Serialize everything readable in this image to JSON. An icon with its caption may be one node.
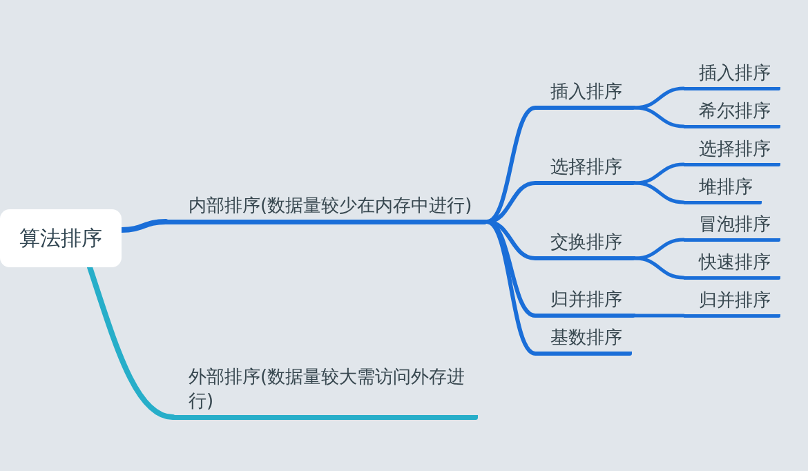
{
  "diagram": {
    "nodes": [
      {
        "text": [
          "算法排序"
        ]
      },
      {
        "text": [
          "内部排序(数据量较少在内存中进行)"
        ]
      },
      {
        "text": [
          "插入排序"
        ]
      },
      {
        "text": [
          "插入排序"
        ]
      },
      {
        "text": [
          "希尔排序"
        ]
      },
      {
        "text": [
          "选择排序"
        ]
      },
      {
        "text": [
          "选择排序"
        ]
      },
      {
        "text": [
          "堆排序"
        ]
      },
      {
        "text": [
          "交换排序"
        ]
      },
      {
        "text": [
          "冒泡排序"
        ]
      },
      {
        "text": [
          "快速排序"
        ]
      },
      {
        "text": [
          "归并排序"
        ]
      },
      {
        "text": [
          "归并排序"
        ]
      },
      {
        "text": [
          "基数排序"
        ]
      },
      {
        "text": [
          "外部排序(数据量较大需访问外存进行)"
        ]
      }
    ],
    "edges": [
      {
        "from": 0,
        "to": 1,
        "arrow": "none"
      },
      {
        "from": 0,
        "to": 14,
        "arrow": "none",
        "color": "#27aec9"
      },
      {
        "from": 1,
        "to": 2,
        "arrow": "none"
      },
      {
        "from": 2,
        "to": 3,
        "arrow": "none"
      },
      {
        "from": 2,
        "to": 4,
        "arrow": "none"
      },
      {
        "from": 1,
        "to": 5,
        "arrow": "none"
      },
      {
        "from": 5,
        "to": 6,
        "arrow": "none"
      },
      {
        "from": 5,
        "to": 7,
        "arrow": "none"
      },
      {
        "from": 1,
        "to": 8,
        "arrow": "none"
      },
      {
        "from": 8,
        "to": 9,
        "arrow": "none"
      },
      {
        "from": 8,
        "to": 10,
        "arrow": "none"
      },
      {
        "from": 1,
        "to": 11,
        "arrow": "none"
      },
      {
        "from": 11,
        "to": 12,
        "arrow": "none"
      },
      {
        "from": 1,
        "to": 13,
        "arrow": "none"
      }
    ]
  }
}
